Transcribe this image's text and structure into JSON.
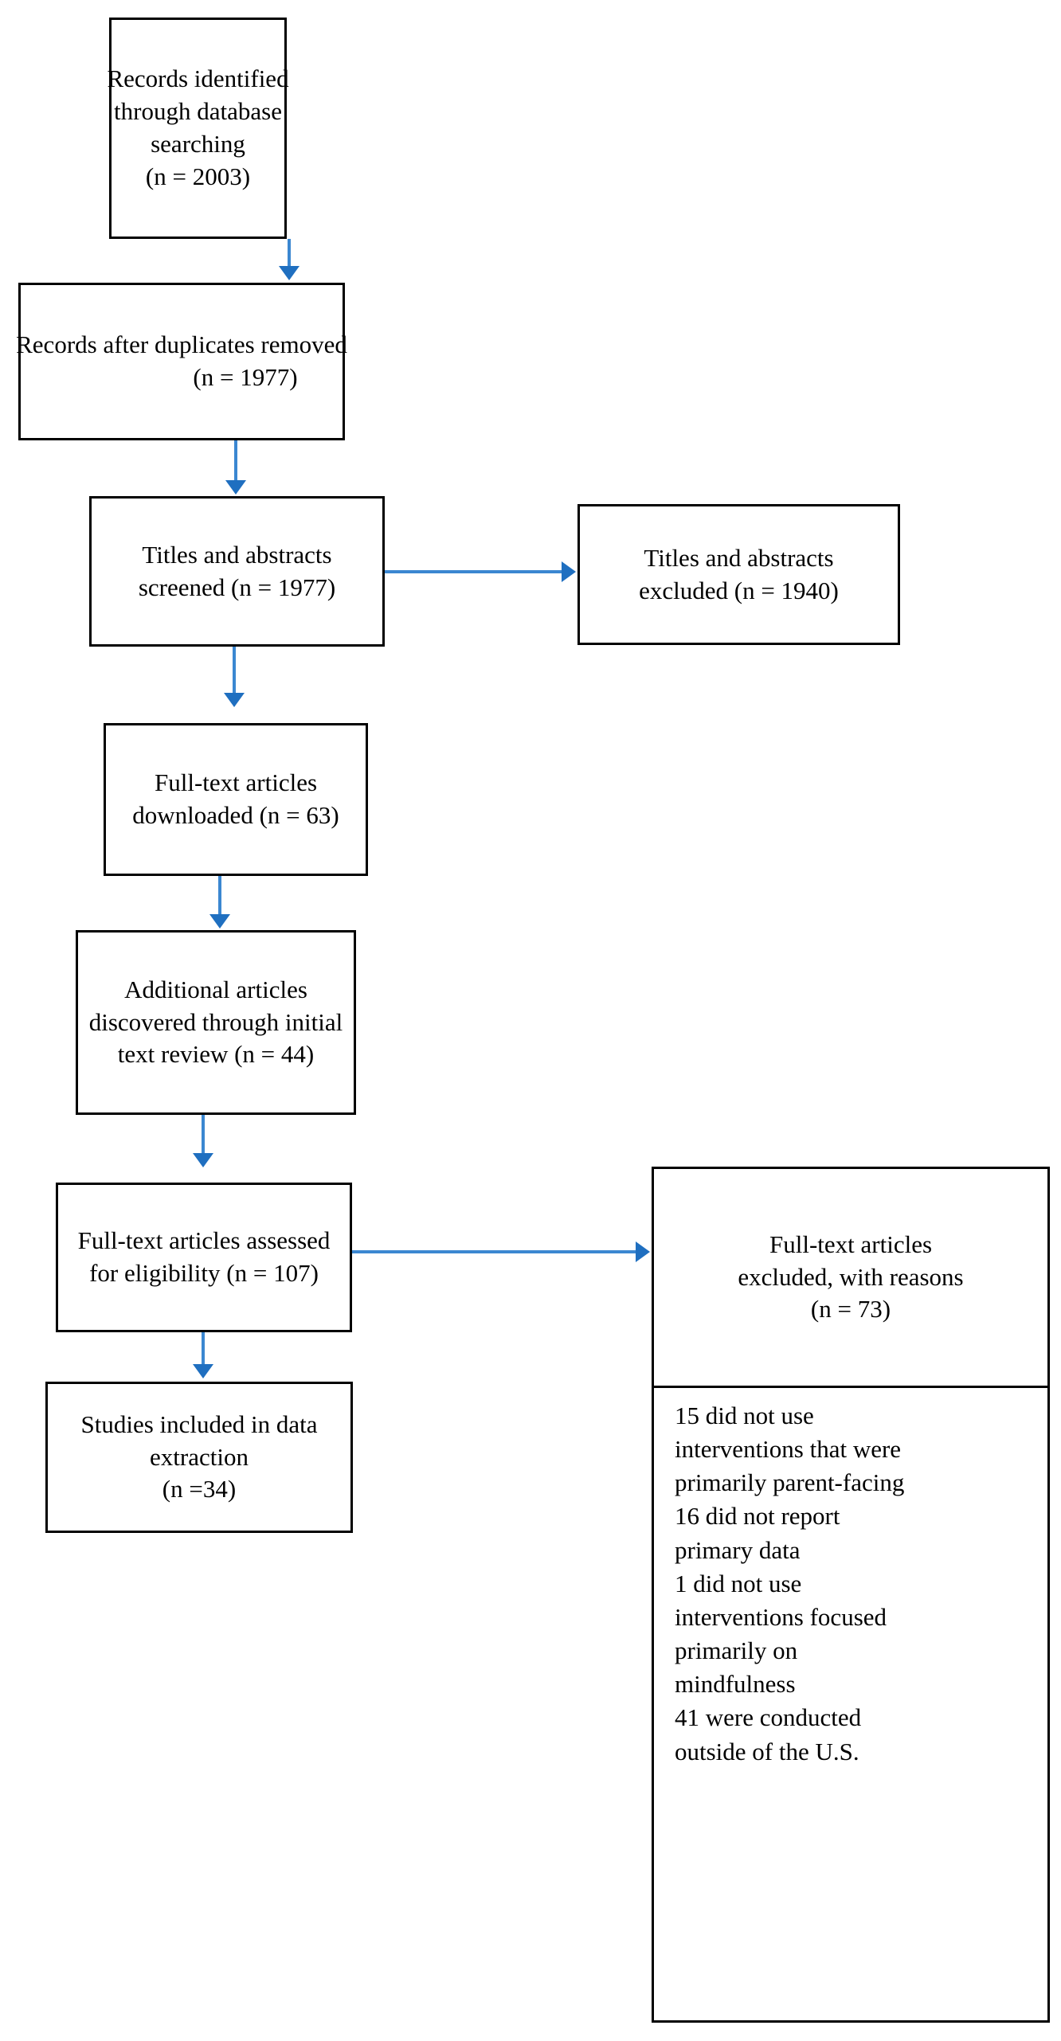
{
  "diagram": {
    "type": "prisma-flow-diagram",
    "title": "PRISMA study selection flow diagram",
    "colors": {
      "box_border": "#000000",
      "box_fill": "#ffffff",
      "connector": "#3B87D1",
      "arrow_head": "#1F6FC0",
      "text": "#000000"
    }
  },
  "boxes": {
    "identification": {
      "name": "records-identified",
      "lines": [
        "Records identified",
        "through database",
        "searching",
        "(n = 2003)"
      ]
    },
    "duplicates_removed": {
      "name": "records-after-duplicates-removed",
      "lines": [
        "Records after duplicates removed",
        "(n = 1977)"
      ]
    },
    "screened": {
      "name": "titles-abstracts-screened",
      "lines": [
        "Titles and abstracts",
        "screened (n = 1977)"
      ]
    },
    "screened_excluded": {
      "name": "titles-abstracts-excluded",
      "lines": [
        "Titles and abstracts",
        "excluded (n = 1940)"
      ]
    },
    "fulltext_downloaded": {
      "name": "full-text-articles-downloaded",
      "lines": [
        "Full-text articles",
        "downloaded (n = 63)"
      ]
    },
    "additional_articles": {
      "name": "additional-articles-discovered",
      "lines": [
        "Additional articles",
        "discovered through initial",
        "text review (n = 44)"
      ]
    },
    "fulltext_assessed": {
      "name": "full-text-articles-assessed",
      "lines": [
        "Full-text articles assessed",
        "for eligibility (n = 107)"
      ]
    },
    "included": {
      "name": "studies-included-in-data-extraction",
      "lines": [
        "Studies included in data",
        "extraction",
        "(n =34)"
      ]
    },
    "fulltext_excluded": {
      "name": "full-text-articles-excluded",
      "lines": [
        "Full-text articles",
        "excluded, with reasons",
        "(n = 73)"
      ]
    },
    "exclusion_reasons": {
      "name": "exclusion-reasons-list",
      "lines": [
        "15 did not use",
        "interventions that were",
        "primarily parent-facing",
        "16 did not report",
        "primary data",
        "1 did not use",
        "interventions focused",
        "primarily on",
        "mindfulness",
        "41 were conducted",
        "outside of the U.S."
      ]
    }
  },
  "chart_data": {
    "type": "diagram",
    "title": "PRISMA study selection flow diagram",
    "stages": [
      {
        "label": "Records identified through database searching",
        "n": 2003
      },
      {
        "label": "Records after duplicates removed",
        "n": 1977
      },
      {
        "label": "Titles and abstracts screened",
        "n": 1977
      },
      {
        "label": "Titles and abstracts excluded",
        "n": 1940
      },
      {
        "label": "Full-text articles downloaded",
        "n": 63
      },
      {
        "label": "Additional articles discovered through initial text review",
        "n": 44
      },
      {
        "label": "Full-text articles assessed for eligibility",
        "n": 107
      },
      {
        "label": "Full-text articles excluded, with reasons",
        "n": 73
      },
      {
        "label": "Studies included in data extraction",
        "n": 34
      }
    ],
    "exclusion_reasons": [
      {
        "n": 15,
        "reason": "did not use interventions that were primarily parent-facing"
      },
      {
        "n": 16,
        "reason": "did not report primary data"
      },
      {
        "n": 1,
        "reason": "did not use interventions focused primarily on mindfulness"
      },
      {
        "n": 41,
        "reason": "were conducted outside of the U.S."
      }
    ]
  }
}
